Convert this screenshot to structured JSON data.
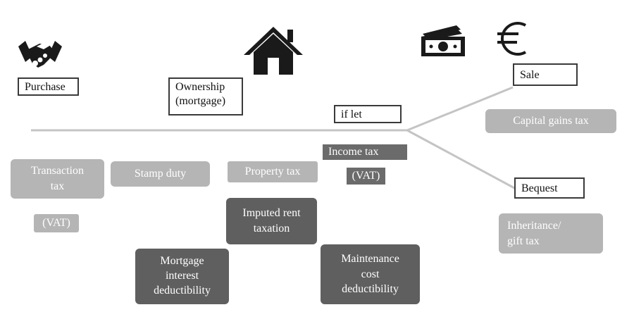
{
  "stages": {
    "purchase": "Purchase",
    "ownership": "Ownership\n(mortgage)",
    "if_let": "if let",
    "sale": "Sale",
    "bequest": "Bequest"
  },
  "taxes": {
    "transaction": "Transaction\ntax",
    "vat_purchase": "(VAT)",
    "stamp_duty": "Stamp duty",
    "property_tax": "Property tax",
    "income_tax": "Income tax",
    "vat_let": "(VAT)",
    "imputed_rent": "Imputed rent\ntaxation",
    "mortgage_interest": "Mortgage\ninterest\ndeductibility",
    "maintenance": "Maintenance\ncost\ndeductibility",
    "capital_gains": "Capital gains tax",
    "inheritance": "Inheritance/\ngift tax"
  },
  "icons": {
    "purchase": "handshake-icon",
    "ownership": "house-icon",
    "money": "banknote-icon",
    "currency": "euro-icon"
  },
  "colors": {
    "timeline": "#c4c4c4",
    "light_box": "#b5b5b5",
    "dark_box": "#6b6b6b"
  }
}
